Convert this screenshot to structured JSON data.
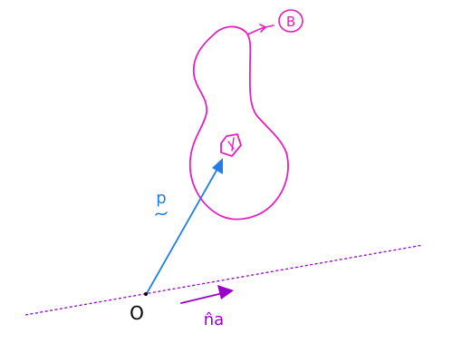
{
  "labels": {
    "body": "B",
    "position_vector": "p",
    "origin": "O",
    "axis_unit_vector": "n̂a"
  },
  "colors": {
    "body": "#e61fbf",
    "vector": "#1f7fe6",
    "axis": "#9a00c8",
    "origin": "#000000"
  }
}
